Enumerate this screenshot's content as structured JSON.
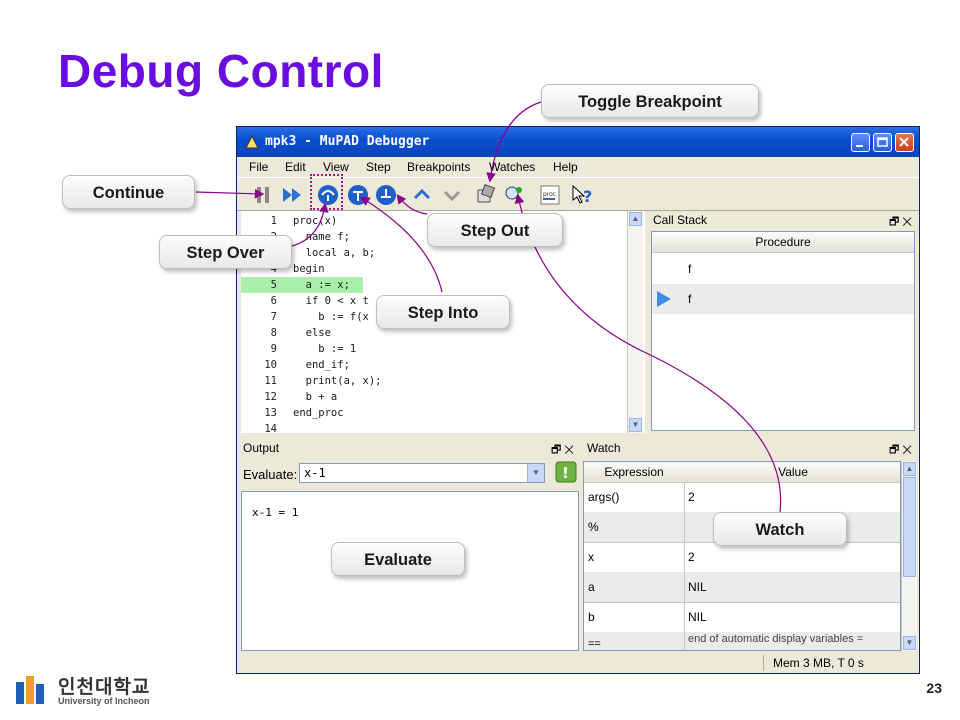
{
  "slide": {
    "title": "Debug Control",
    "page_number": "23",
    "logo_korean": "인천대학교",
    "logo_english": "University of Incheon"
  },
  "window": {
    "title": "mpk3 - MuPAD Debugger",
    "menu": [
      "File",
      "Edit",
      "View",
      "Step",
      "Breakpoints",
      "Watches",
      "Help"
    ],
    "toolbar_icons": [
      "pause-icon",
      "continue-icon",
      "step-over-icon",
      "step-into-icon",
      "step-out-icon",
      "up-icon",
      "down-icon",
      "toggle-breakpoint-icon",
      "watch-icon",
      "proc-icon",
      "help-icon"
    ]
  },
  "code": {
    "lines": [
      {
        "n": "1",
        "t": "proc(x)"
      },
      {
        "n": "2",
        "t": "  name f;"
      },
      {
        "n": "3",
        "t": "  local a, b;"
      },
      {
        "n": "4",
        "t": "begin"
      },
      {
        "n": "5",
        "t": "  a := x;"
      },
      {
        "n": "6",
        "t": "  if 0 < x t"
      },
      {
        "n": "7",
        "t": "    b := f(x"
      },
      {
        "n": "8",
        "t": "  else"
      },
      {
        "n": "9",
        "t": "    b := 1"
      },
      {
        "n": "10",
        "t": "  end_if;"
      },
      {
        "n": "11",
        "t": "  print(a, x);"
      },
      {
        "n": "12",
        "t": "  b + a"
      },
      {
        "n": "13",
        "t": "end_proc"
      },
      {
        "n": "14",
        "t": ""
      }
    ],
    "current_line": "5"
  },
  "callstack": {
    "title": "Call Stack",
    "column": "Procedure",
    "rows": [
      "f",
      "f"
    ]
  },
  "output": {
    "title": "Output",
    "evaluate_label": "Evaluate:",
    "evaluate_value": "x-1",
    "result": "x-1 = 1"
  },
  "watch": {
    "title": "Watch",
    "columns": [
      "Expression",
      "Value"
    ],
    "rows": [
      {
        "expr": "args()",
        "value": "2"
      },
      {
        "expr": "%",
        "value": ""
      },
      {
        "expr": "x",
        "value": "2"
      },
      {
        "expr": "a",
        "value": "NIL"
      },
      {
        "expr": "b",
        "value": "NIL"
      },
      {
        "expr": "==",
        "value": "end of automatic display variables ="
      }
    ]
  },
  "statusbar": {
    "text": "Mem 3 MB, T 0 s"
  },
  "callouts": {
    "toggle_breakpoint": "Toggle Breakpoint",
    "continue": "Continue",
    "step_out": "Step Out",
    "step_over": "Step Over",
    "step_into": "Step Into",
    "evaluate": "Evaluate",
    "watch": "Watch"
  },
  "colors": {
    "title": "#6a0dde",
    "arrow": "#8b008b",
    "highlight": "#aaf0aa"
  }
}
